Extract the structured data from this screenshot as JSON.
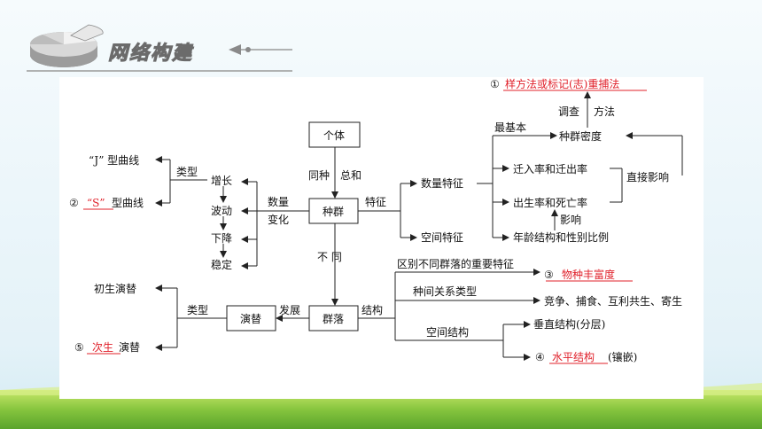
{
  "header": {
    "title": "网络构建"
  },
  "diagram": {
    "individual": "个体",
    "population": "种群",
    "community": "群落",
    "succession": "演替",
    "same_species": "同种",
    "sum": "总和",
    "different": "不 同",
    "quantity_change": [
      "数量",
      "变化"
    ],
    "feature": "特征",
    "structure": "结构",
    "develop": "发展",
    "type_top": "类型",
    "type_bottom": "类型",
    "j_curve": "“J” 型曲线",
    "s_curve": {
      "number": "②",
      "answer": "“S”",
      "suffix": "型曲线"
    },
    "growth": [
      "增长",
      "波动",
      "下降",
      "稳定"
    ],
    "quantitative_features": "数量特征",
    "spatial_features": "空间特征",
    "most_basic": "最基本",
    "density": "种群密度",
    "investigate": "调查",
    "method": "方法",
    "method_answer": {
      "number": "①",
      "answer": "样方法或标记(志)重捕法"
    },
    "immigration": "迁入率和迁出率",
    "birth_death": "出生率和死亡率",
    "age_sex": "年龄结构和性别比例",
    "direct_influence": "直接影响",
    "influence": "影响",
    "important_feature": "区别不同群落的重要特征",
    "richness": {
      "number": "③",
      "answer": "物种丰富度"
    },
    "interspecific_types": "种间关系类型",
    "interspecific": "竞争、捕食、互利共生、寄生",
    "spatial_structure": "空间结构",
    "vertical": "垂直结构(分层)",
    "horizontal": {
      "number": "④",
      "answer": "水平结构",
      "suffix": "(镶嵌)"
    },
    "primary": "初生演替",
    "secondary": {
      "number": "⑤",
      "answer": "次生",
      "suffix": "演替"
    }
  },
  "colors": {
    "answer": "#e0202a",
    "sky": "#cfe8f5",
    "grass": "#7cc04a"
  }
}
